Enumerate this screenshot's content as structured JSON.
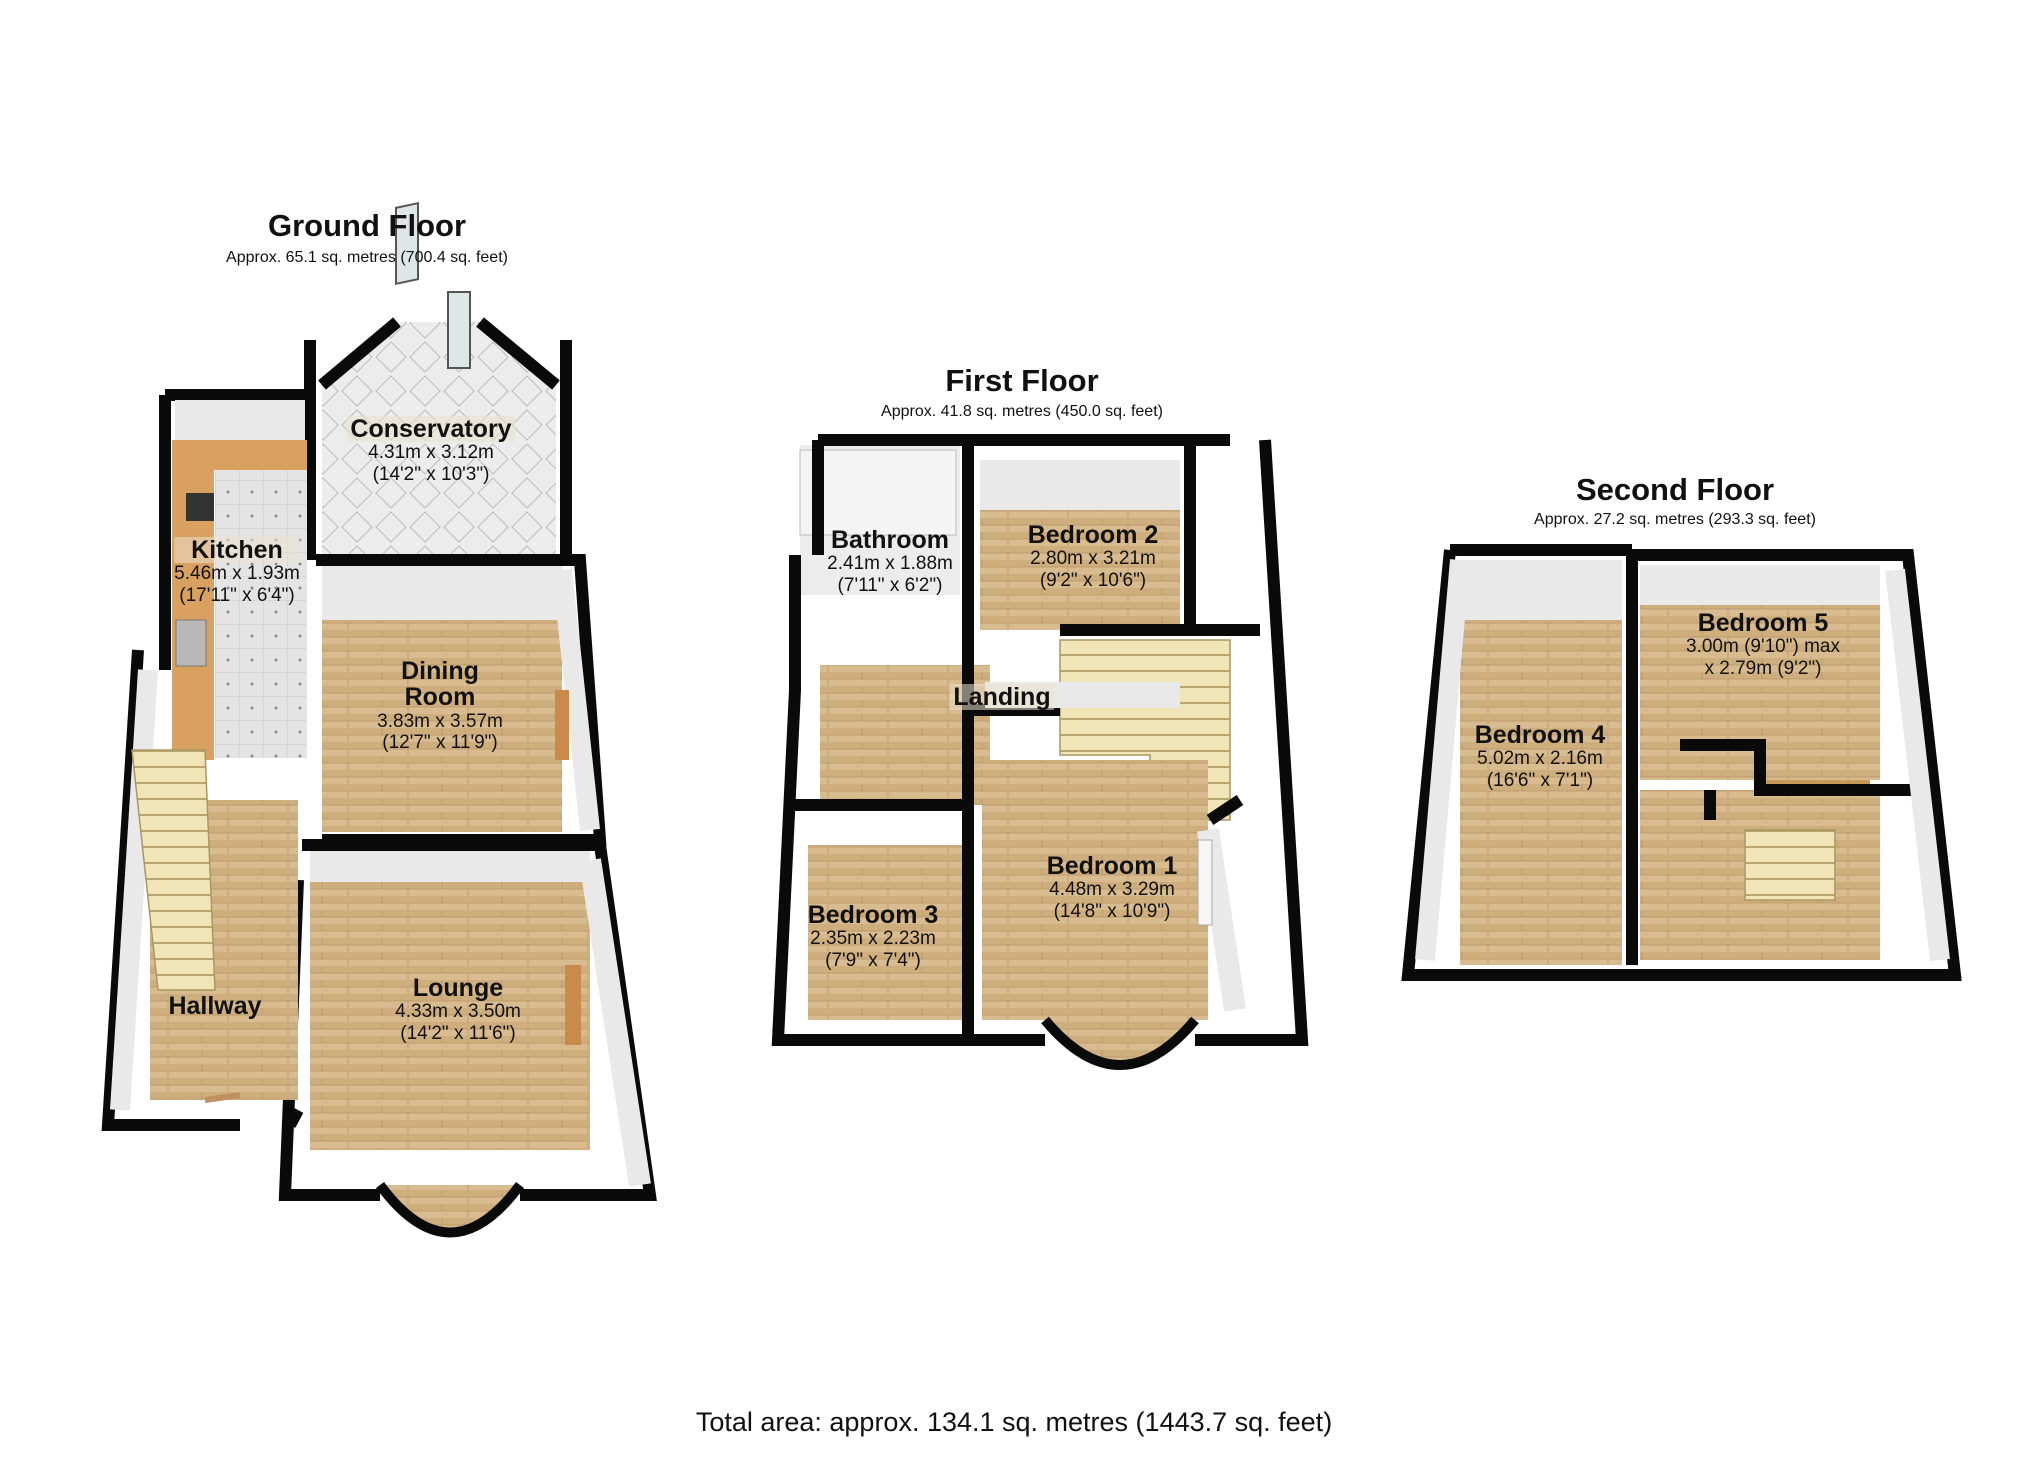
{
  "floors": [
    {
      "title": "Ground Floor",
      "area": "Approx. 65.1 sq. metres (700.4 sq. feet)",
      "rooms": [
        {
          "name": "Conservatory",
          "dim_m": "4.31m x 3.12m",
          "dim_ft": "(14'2\" x 10'3\")"
        },
        {
          "name": "Kitchen",
          "dim_m": "5.46m x 1.93m",
          "dim_ft": "(17'11\" x 6'4\")"
        },
        {
          "name_line1": "Dining",
          "name_line2": "Room",
          "dim_m": "3.83m x 3.57m",
          "dim_ft": "(12'7\" x 11'9\")"
        },
        {
          "name": "Lounge",
          "dim_m": "4.33m x 3.50m",
          "dim_ft": "(14'2\" x 11'6\")"
        },
        {
          "name": "Hallway"
        }
      ]
    },
    {
      "title": "First Floor",
      "area": "Approx. 41.8 sq. metres (450.0 sq. feet)",
      "rooms": [
        {
          "name": "Bathroom",
          "dim_m": "2.41m x 1.88m",
          "dim_ft": "(7'11\" x 6'2\")"
        },
        {
          "name": "Bedroom 2",
          "dim_m": "2.80m x 3.21m",
          "dim_ft": "(9'2\" x 10'6\")"
        },
        {
          "name": "Landing"
        },
        {
          "name": "Bedroom 1",
          "dim_m": "4.48m x 3.29m",
          "dim_ft": "(14'8\" x 10'9\")"
        },
        {
          "name": "Bedroom 3",
          "dim_m": "2.35m x 2.23m",
          "dim_ft": "(7'9\" x 7'4\")"
        }
      ]
    },
    {
      "title": "Second Floor",
      "area": "Approx. 27.2 sq. metres (293.3 sq. feet)",
      "rooms": [
        {
          "name": "Bedroom 5",
          "dim_m": "3.00m (9'10\") max",
          "dim_ft": "x 2.79m (9'2\")"
        },
        {
          "name": "Bedroom 4",
          "dim_m": "5.02m x 2.16m",
          "dim_ft": "(16'6\" x 7'1\")"
        }
      ]
    }
  ],
  "total_area": "Total area: approx. 134.1 sq. metres (1443.7 sq. feet)",
  "colors": {
    "wall": "#0a0a0a",
    "wall_inner": "#e9e9e9",
    "floor_wood": "#d6b98c",
    "floor_tile": "#dcdcdc",
    "stairs": "#f0e3b4",
    "glass": "#cfe9ea"
  }
}
